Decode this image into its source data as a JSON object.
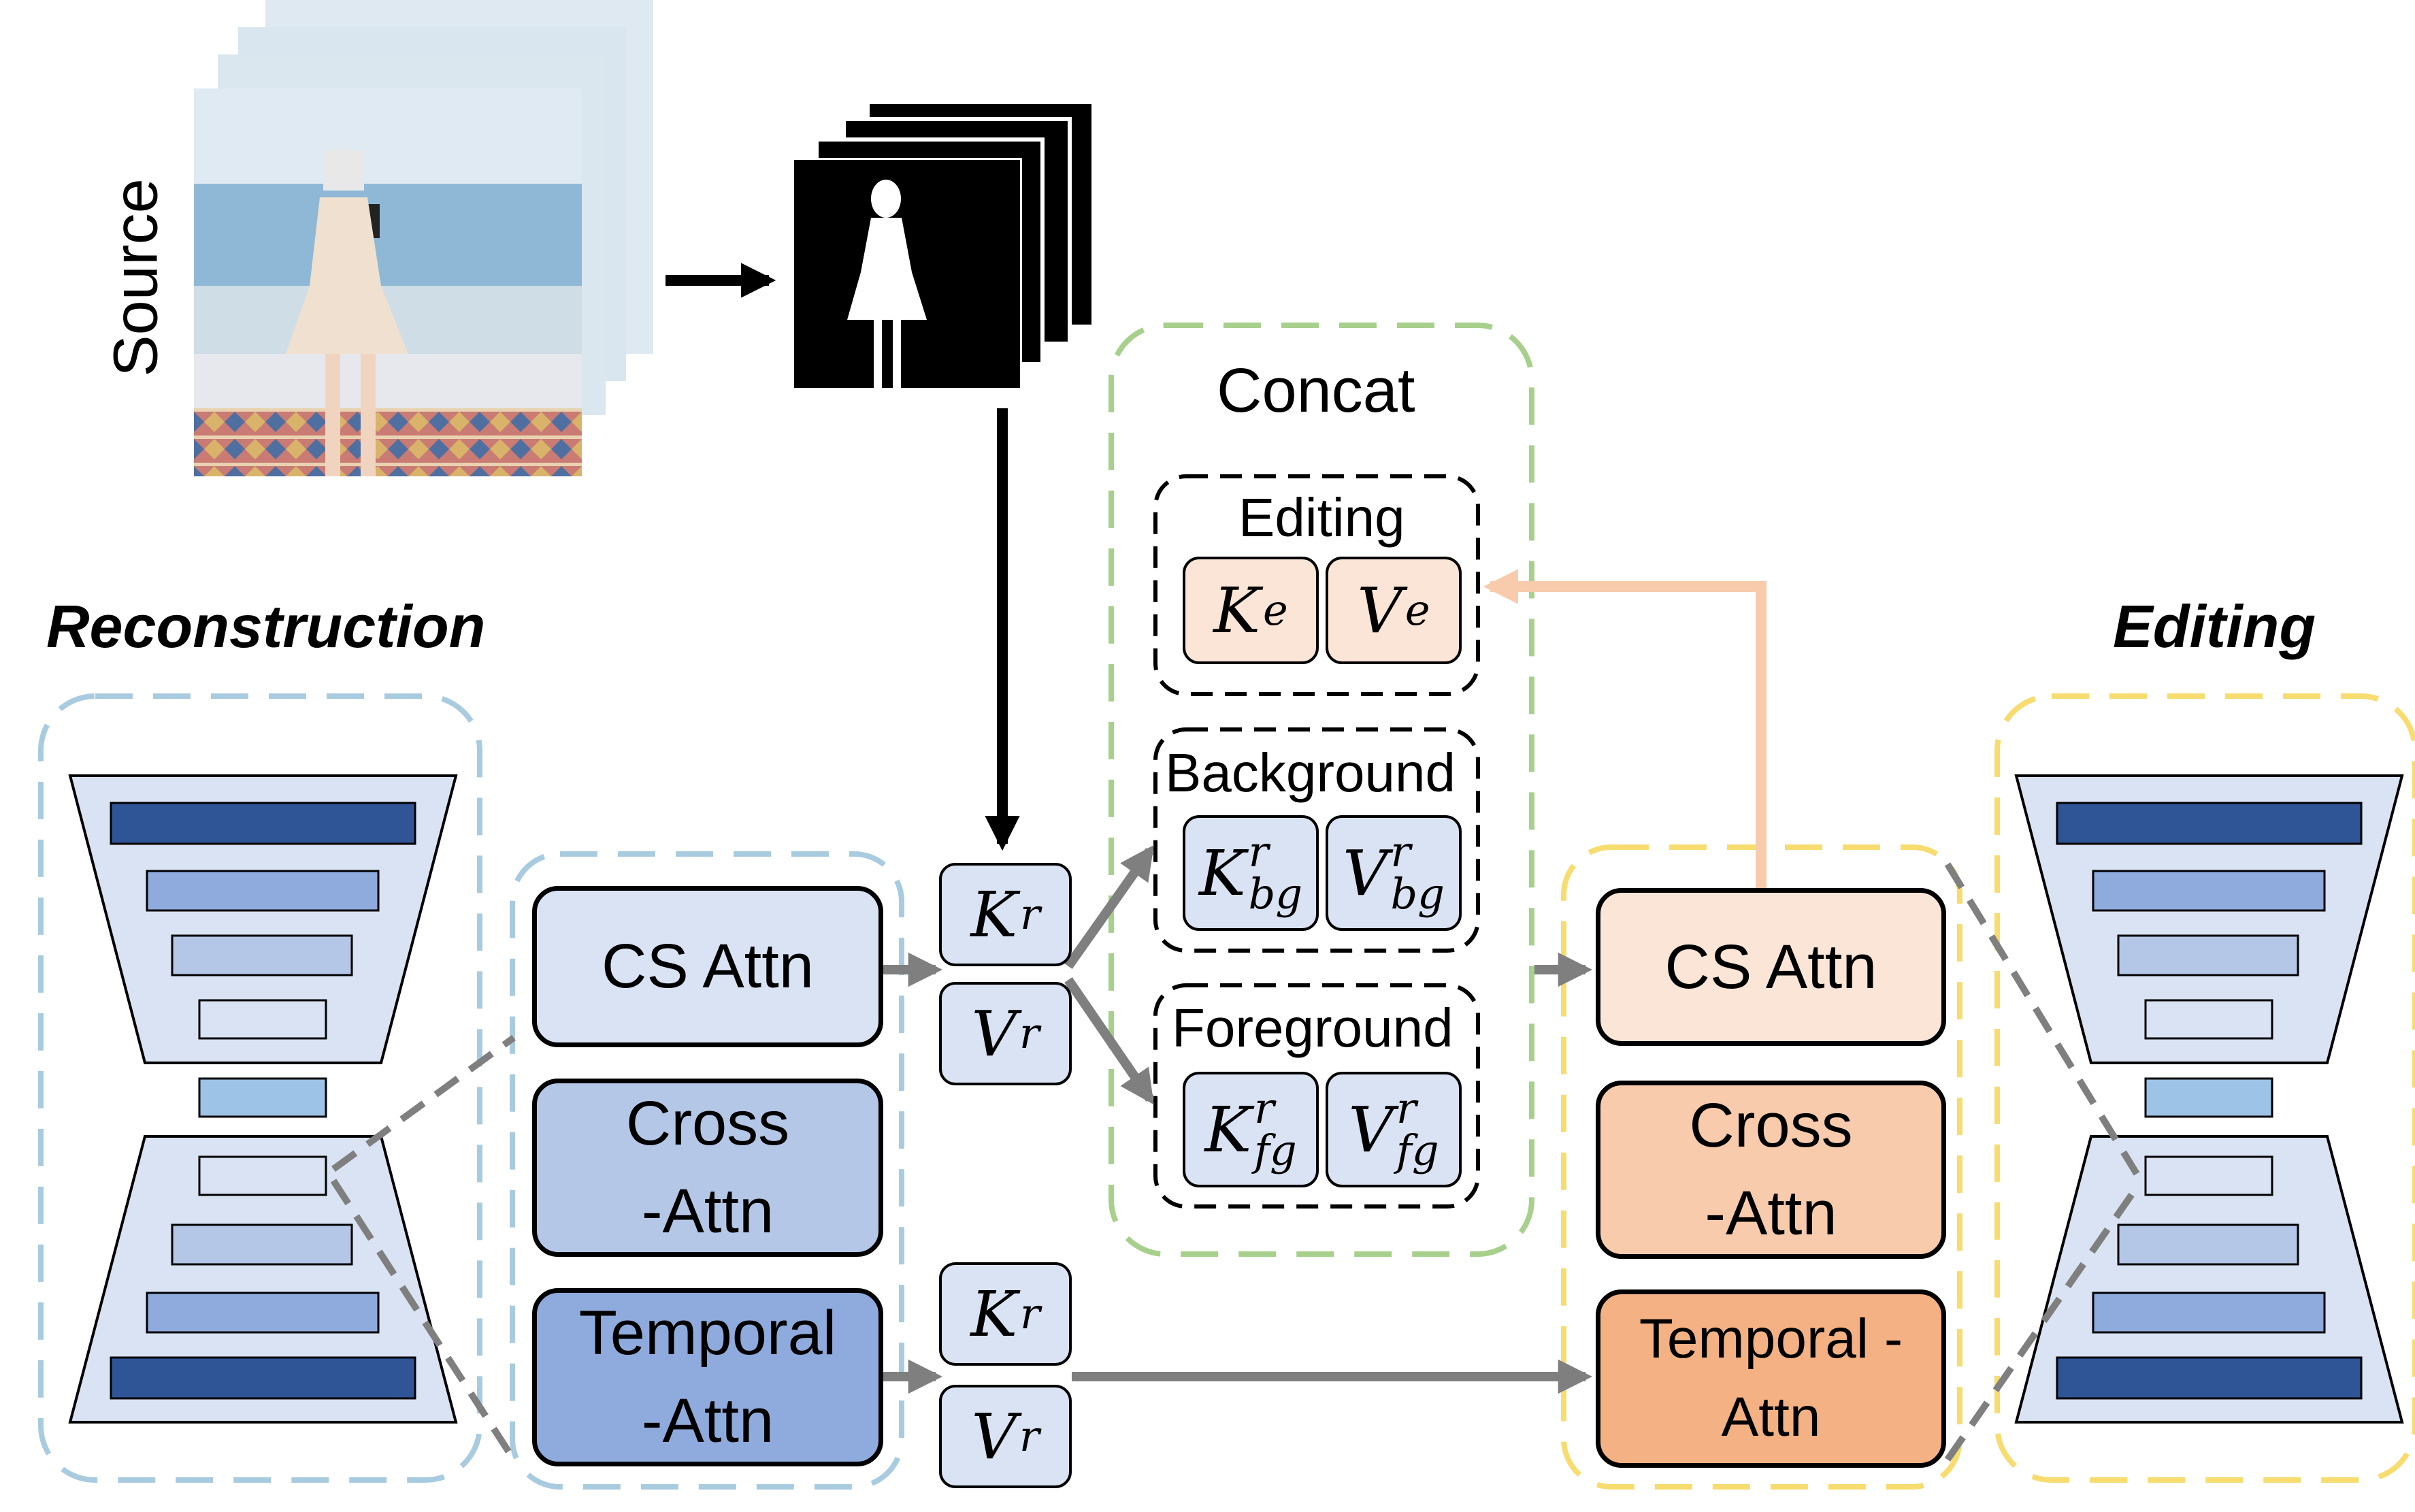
{
  "labels": {
    "source": "Source",
    "reconstruction": "Reconstruction",
    "editing_title": "Editing",
    "concat": "Concat",
    "editing_group": "Editing",
    "background_group": "Background",
    "foreground_group": "Foreground"
  },
  "left_blocks": {
    "cs_attn": "CS Attn",
    "cross_attn": "Cross\n-Attn",
    "temporal_attn": "Temporal\n-Attn"
  },
  "right_blocks": {
    "cs_attn": "CS Attn",
    "cross_attn": "Cross\n-Attn",
    "temporal_attn": "Temporal -\nAttn"
  },
  "tokens": {
    "k": "K",
    "v": "V",
    "sup_r": "r",
    "sup_e": "e",
    "sub_bg": "bg",
    "sub_fg": "fg"
  },
  "colors": {
    "recon_dash": "#a9cbe0",
    "edit_dash": "#f7dc6f",
    "concat_dash": "#a8d08d",
    "blue_1": "#dae3f3",
    "blue_2": "#b4c7e7",
    "blue_3": "#8faadc",
    "orange_1": "#fbe5d6",
    "orange_2": "#f8cbad",
    "orange_3": "#f4b183",
    "unet_fill": "#dae3f3",
    "bar_dark": "#2f5597",
    "bar_mid": "#8faadc",
    "bar_light": "#b4c7e7",
    "bar_pale": "#dae3f3",
    "mid_block": "#9dc3e6",
    "peach_arrow": "#f8cbad",
    "gray_arrow": "#7f7f7f"
  }
}
